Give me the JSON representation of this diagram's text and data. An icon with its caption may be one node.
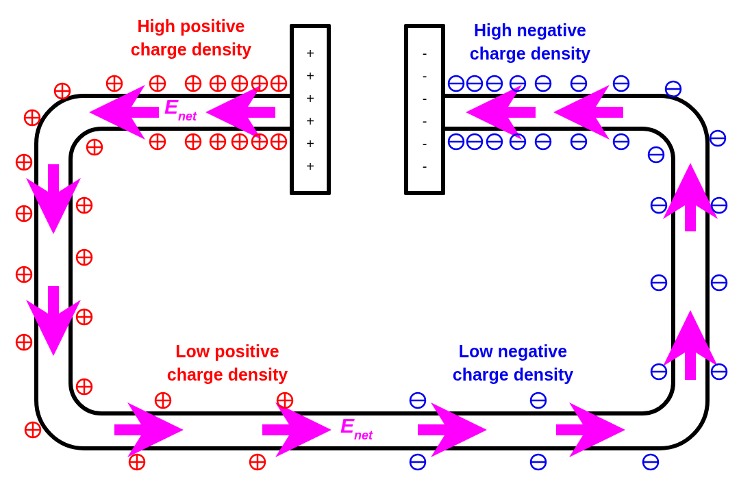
{
  "diagram": {
    "nodes": [
      {
        "text": [
          "+",
          "+",
          "+",
          "+",
          "+",
          "+"
        ]
      },
      {
        "text": [
          "-",
          "-",
          "-",
          "-",
          "-",
          "-"
        ]
      }
    ],
    "labels": [
      "High positive charge density",
      "High negative charge density",
      "E$_{net}$",
      "Low positive charge density",
      "Low negative charge density",
      "E$_{net}$"
    ]
  }
}
